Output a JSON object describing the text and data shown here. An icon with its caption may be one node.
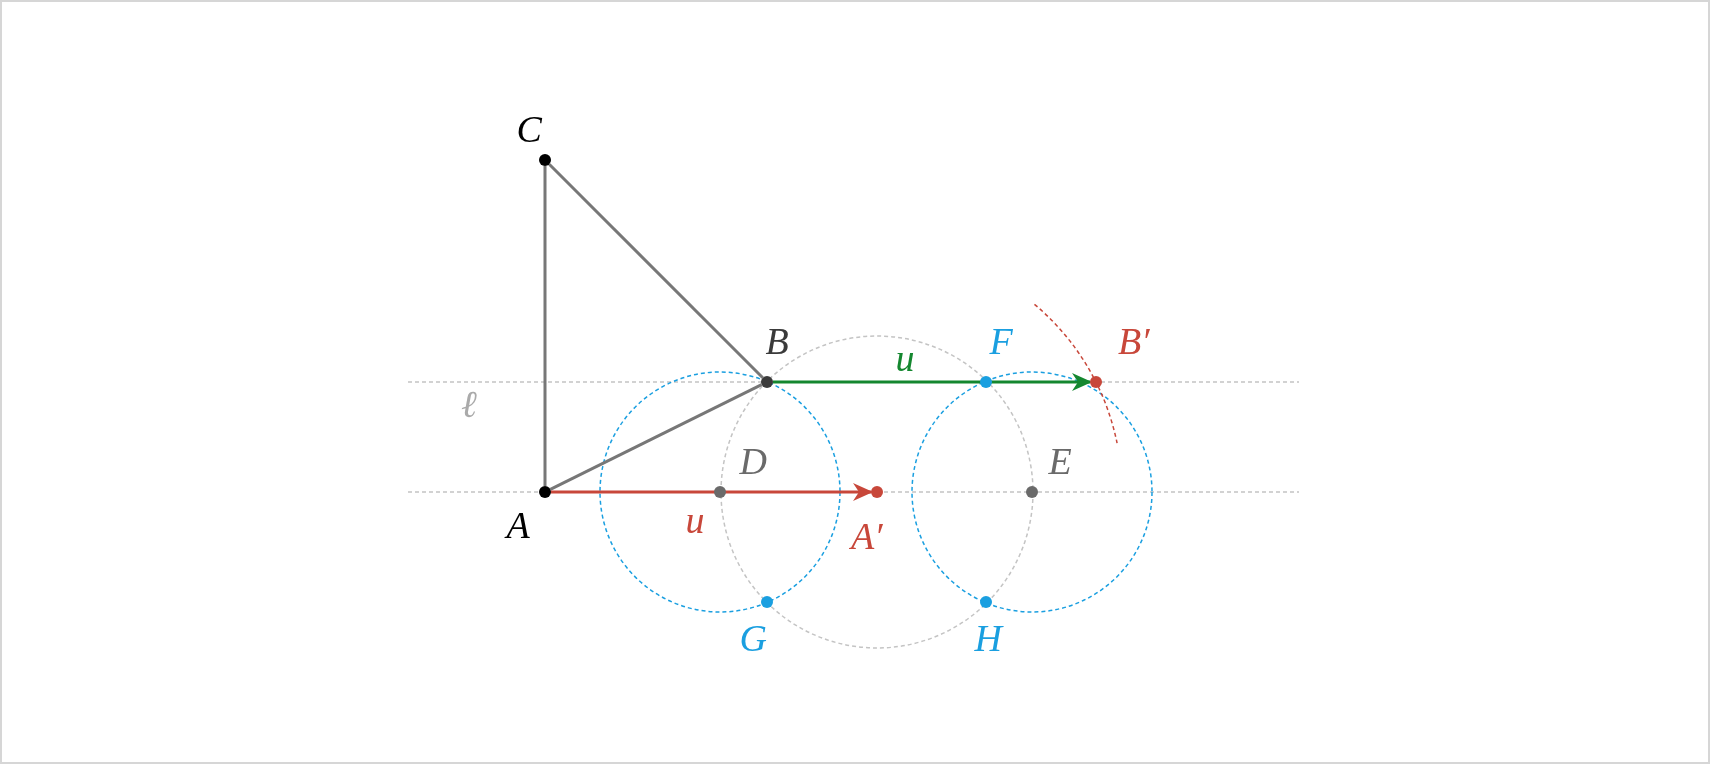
{
  "diagram": {
    "nodes": [
      {
        "text": [
          "C"
        ]
      },
      {
        "text": [
          "B"
        ]
      },
      {
        "text": [
          "F"
        ]
      },
      {
        "text": [
          "B′"
        ]
      },
      {
        "text": [
          "D"
        ]
      },
      {
        "text": [
          "E"
        ]
      },
      {
        "text": [
          "A"
        ]
      },
      {
        "text": [
          "A′"
        ]
      },
      {
        "text": [
          "G"
        ]
      },
      {
        "text": [
          "H"
        ]
      }
    ],
    "edges": [
      {
        "from": 0,
        "to": 6,
        "arrow": "none"
      },
      {
        "from": 0,
        "to": 1,
        "arrow": "none"
      },
      {
        "from": 6,
        "to": 1,
        "arrow": "none"
      },
      {
        "from": 6,
        "to": 7,
        "arrow": "to",
        "label": "u",
        "color": "#c8473a"
      },
      {
        "from": 1,
        "to": 3,
        "arrow": "to",
        "label": "u",
        "color": "#14872f"
      }
    ],
    "labels": [
      "ℓ"
    ]
  }
}
